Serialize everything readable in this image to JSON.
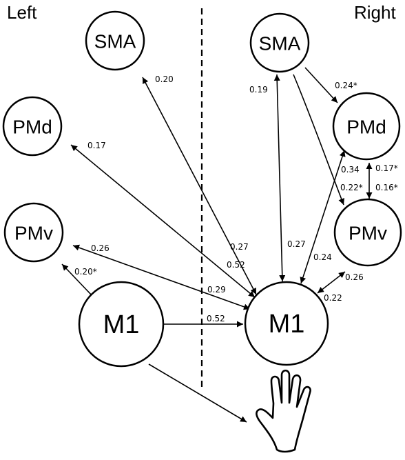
{
  "hemispheres": {
    "left": "Left",
    "right": "Right"
  },
  "nodes": {
    "left_sma": "SMA",
    "left_pmd": "PMd",
    "left_pmv": "PMv",
    "left_m1": "M1",
    "right_sma": "SMA",
    "right_pmd": "PMd",
    "right_pmv": "PMv",
    "right_m1": "M1"
  },
  "edge_labels": {
    "lsma_rm1_a": "0.20",
    "lsma_rm1_b": "0.27",
    "lpmd_rm1_a": "0.17",
    "lpmd_rm1_b": "0.52",
    "lpmv_rm1_a": "0.26",
    "lpmv_rm1_b": "0.29",
    "lm1_lpmv": "0.20*",
    "lm1_rm1": "0.52",
    "rsma_rm1_a": "0.19",
    "rsma_rm1_b": "0.27",
    "rsma_rpmd": "0.24*",
    "rpmd_rm1_a": "0.34",
    "rpmd_rm1_b": "0.24",
    "rsma_rpmv": "0.22*",
    "rpmd_rpmv_a": "0.17*",
    "rpmd_rpmv_b": "0.16*",
    "rpmv_rm1_a": "0.26",
    "rpmv_rm1_b": "0.22"
  },
  "hand_icon": "hand-icon"
}
